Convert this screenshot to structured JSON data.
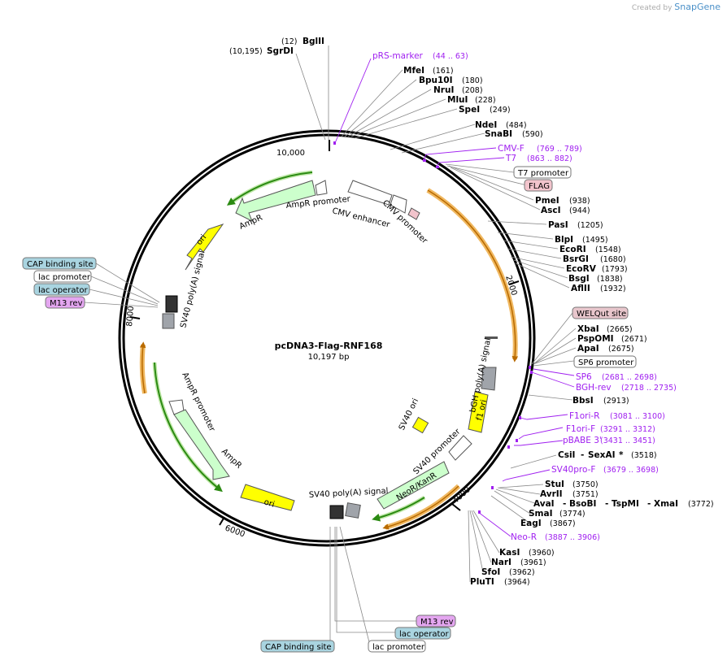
{
  "credit": {
    "prefix": "Created by",
    "brand": "SnapGene"
  },
  "plasmid": {
    "name": "pcDNA3-Flag-RNF168",
    "size": "10,197 bp"
  },
  "ticks": [
    "10,000",
    "2000",
    "4000",
    "6000",
    "8000"
  ],
  "features": [
    "AmpR promoter",
    "AmpR",
    "ori",
    "CMV enhancer",
    "CMV promoter",
    "SV40 poly(A) signal",
    "AmpR promoter",
    "AmpR",
    "ori",
    "bGH poly(A) signal",
    "f1 ori",
    "SV40 ori",
    "SV40 promoter",
    "NeoR/KanR",
    "SV40 poly(A) signal"
  ],
  "enzymes_left": [
    {
      "name": "BglII",
      "pos": "(12)"
    },
    {
      "name": "SgrDI",
      "pos": "(10,195)"
    }
  ],
  "primer_top": {
    "name": "pRS-marker",
    "pos": "(44 .. 63)"
  },
  "enzymes_right_top": [
    {
      "name": "MfeI",
      "pos": "(161)"
    },
    {
      "name": "Bpu10I",
      "pos": "(180)"
    },
    {
      "name": "NruI",
      "pos": "(208)"
    },
    {
      "name": "MluI",
      "pos": "(228)"
    },
    {
      "name": "SpeI",
      "pos": "(249)"
    },
    {
      "name": "NdeI",
      "pos": "(484)"
    },
    {
      "name": "SnaBI",
      "pos": "(590)"
    }
  ],
  "primers_right_a": [
    {
      "name": "CMV-F",
      "pos": "(769 .. 789)"
    },
    {
      "name": "T7",
      "pos": "(863 .. 882)"
    }
  ],
  "box_t7": "T7 promoter",
  "box_flag": "FLAG",
  "enzymes_right_mid": [
    {
      "name": "PmeI",
      "pos": "(938)"
    },
    {
      "name": "AscI",
      "pos": "(944)"
    },
    {
      "name": "PasI",
      "pos": "(1205)"
    },
    {
      "name": "BlpI",
      "pos": "(1495)"
    },
    {
      "name": "EcoRI",
      "pos": "(1548)"
    },
    {
      "name": "BsrGI",
      "pos": "(1680)"
    },
    {
      "name": "EcoRV",
      "pos": "(1793)"
    },
    {
      "name": "BsgI",
      "pos": "(1838)"
    },
    {
      "name": "AflII",
      "pos": "(1932)"
    }
  ],
  "box_welqut": "WELQut site",
  "enzymes_right_xba": [
    {
      "name": "XbaI",
      "pos": "(2665)"
    },
    {
      "name": "PspOMI",
      "pos": "(2671)"
    },
    {
      "name": "ApaI",
      "pos": "(2675)"
    }
  ],
  "box_sp6": "SP6 promoter",
  "primers_right_b": [
    {
      "name": "SP6",
      "pos": "(2681 .. 2698)"
    },
    {
      "name": "BGH-rev",
      "pos": "(2718 .. 2735)"
    }
  ],
  "enz_bbsi": {
    "name": "BbsI",
    "pos": "(2913)"
  },
  "primers_right_c": [
    {
      "name": "F1ori-R",
      "pos": "(3081 .. 3100)"
    },
    {
      "name": "F1ori-F",
      "pos": "(3291 .. 3312)"
    },
    {
      "name": "pBABE 3'",
      "pos": "(3431 .. 3451)"
    }
  ],
  "enz_csi": {
    "name": "CsiI",
    "sep": "-",
    "name2": "SexAI",
    "star": "*",
    "pos": "(3518)"
  },
  "primer_sv40": {
    "name": "SV40pro-F",
    "pos": "(3679 .. 3698)"
  },
  "enzymes_right_low": [
    {
      "name": "StuI",
      "pos": "(3750)"
    },
    {
      "name": "AvrII",
      "pos": "(3751)"
    }
  ],
  "enz_ava": {
    "name": "AvaI",
    "a": "BsoBI",
    "b": "TspMI",
    "c": "XmaI",
    "sep": "-",
    "pos": "(3772)"
  },
  "enzymes_right_low2": [
    {
      "name": "SmaI",
      "pos": "(3774)"
    },
    {
      "name": "EagI",
      "pos": "(3867)"
    }
  ],
  "primer_neo": {
    "name": "Neo-R",
    "pos": "(3887 .. 3906)"
  },
  "enzymes_bottom": [
    {
      "name": "KasI",
      "pos": "(3960)"
    },
    {
      "name": "NarI",
      "pos": "(3961)"
    },
    {
      "name": "SfoI",
      "pos": "(3962)"
    },
    {
      "name": "PluTI",
      "pos": "(3964)"
    }
  ],
  "boxes_left": [
    {
      "label": "CAP binding site",
      "kind": "teal"
    },
    {
      "label": "lac promoter",
      "kind": "white"
    },
    {
      "label": "lac operator",
      "kind": "teal"
    },
    {
      "label": "M13 rev",
      "kind": "purple"
    }
  ],
  "boxes_bottom": [
    {
      "label": "M13 rev",
      "kind": "purple"
    },
    {
      "label": "lac operator",
      "kind": "teal"
    },
    {
      "label": "CAP binding site",
      "kind": "teal"
    },
    {
      "label": "lac promoter",
      "kind": "white"
    }
  ],
  "colors": {
    "primer": "#a020f0",
    "teal": "#a9d4e0",
    "purple": "#e4a6f0",
    "flag": "#f2c4cc",
    "welqut": "#e8c6cc",
    "amp": "#ccffcc",
    "ori": "#ffff00",
    "highlight": "#f0b860",
    "green": "#2b8a12"
  }
}
